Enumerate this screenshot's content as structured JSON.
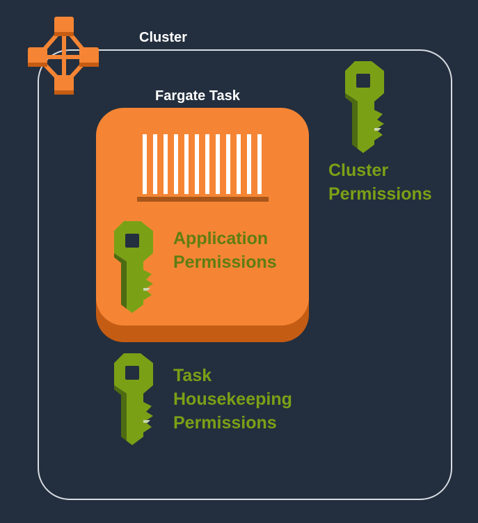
{
  "cluster_label": "Cluster",
  "task_label": "Fargate Task",
  "cluster_permissions": {
    "line1": "Cluster",
    "line2": "Permissions"
  },
  "application_permissions": {
    "line1": "Application",
    "line2": "Permissions"
  },
  "housekeeping_permissions": {
    "line1": "Task",
    "line2": "Housekeeping",
    "line3": "Permissions"
  },
  "icons": {
    "cluster": "ecs-cluster-icon",
    "container": "container-icon",
    "key": "key-icon"
  },
  "colors": {
    "background": "#232f3e",
    "orange": "#f58534",
    "orange_dark": "#c45c14",
    "key_green": "#7aa116",
    "key_green_dark": "#4d6b12",
    "label_green": "#7aa116",
    "white": "#ffffff"
  }
}
